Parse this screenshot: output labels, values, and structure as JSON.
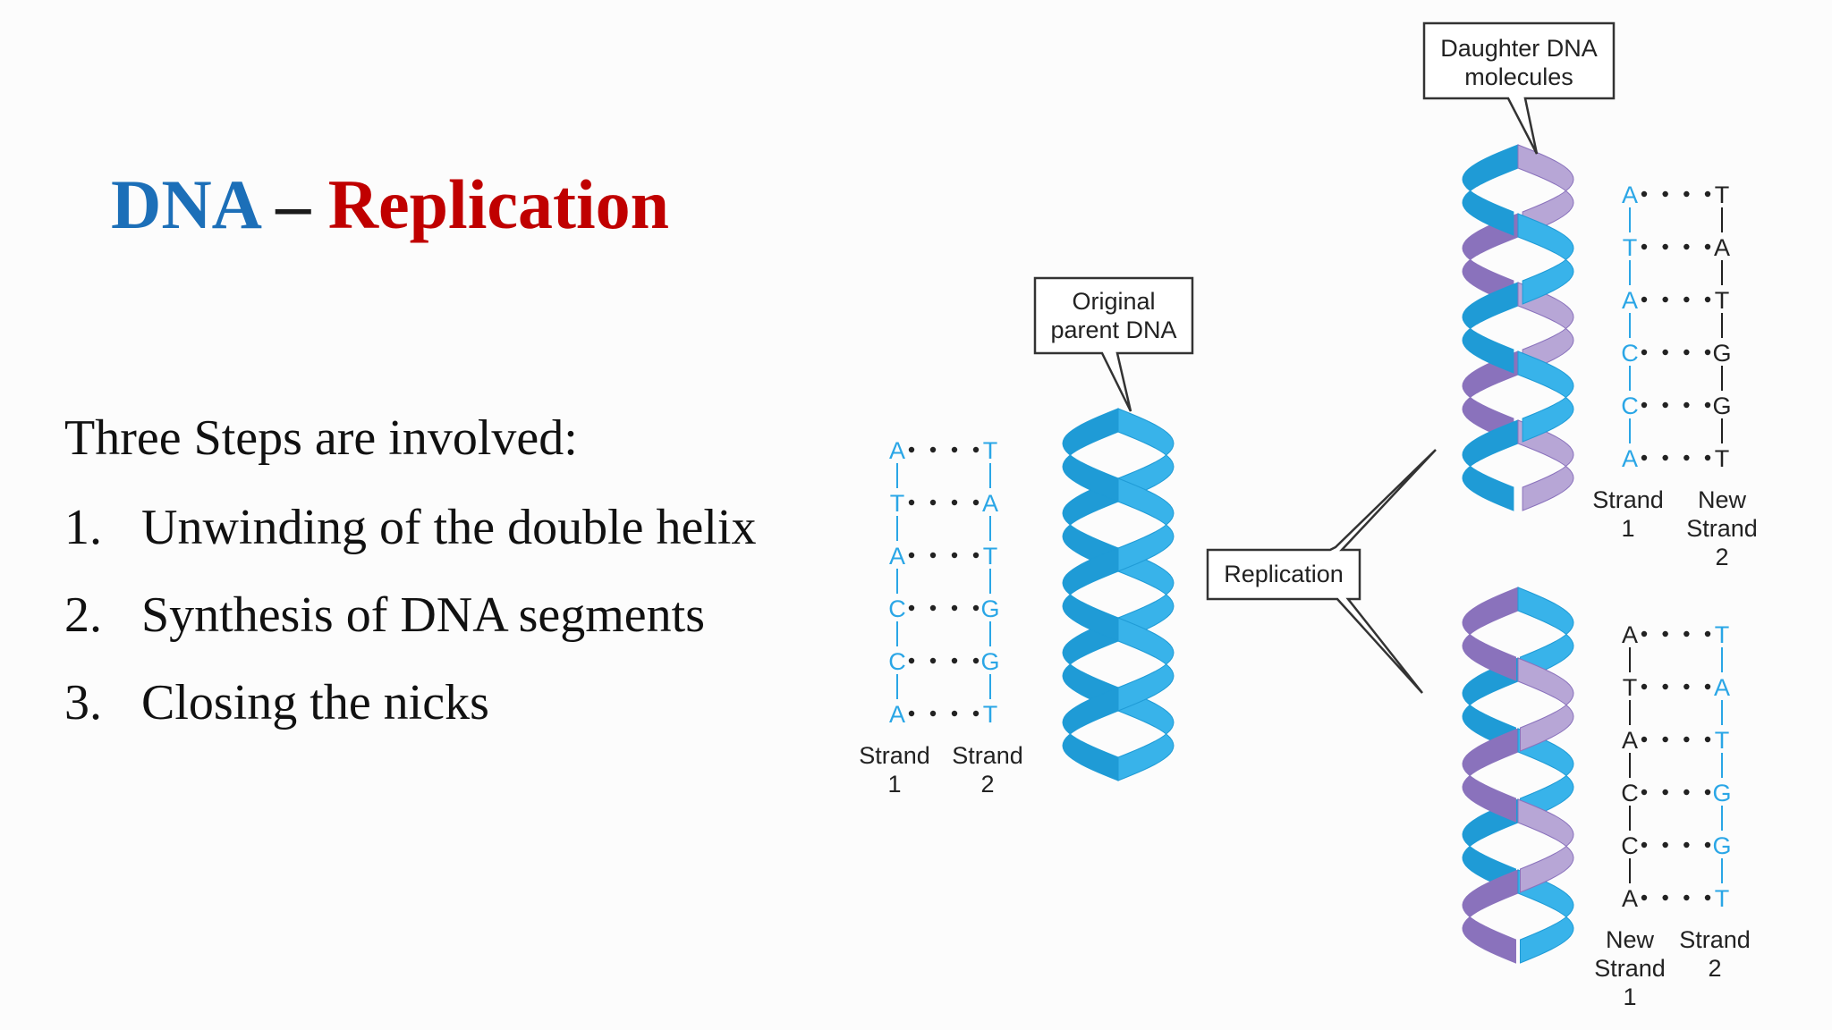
{
  "slide": {
    "title_part1": "DNA",
    "title_sep": " – ",
    "title_part2": "Replication",
    "intro": "Three Steps are involved:",
    "steps": [
      {
        "num": "1.",
        "text": "Unwinding of the double helix"
      },
      {
        "num": "2.",
        "text": "Synthesis of DNA segments"
      },
      {
        "num": "3.",
        "text": "Closing the nicks"
      }
    ]
  },
  "diagram": {
    "callout_parent_line1": "Original",
    "callout_parent_line2": "parent DNA",
    "callout_daughter_line1": "Daughter DNA",
    "callout_daughter_line2": "molecules",
    "replication_label": "Replication",
    "parent": {
      "left_bases": [
        "A",
        "T",
        "A",
        "C",
        "C",
        "A"
      ],
      "right_bases": [
        "T",
        "A",
        "T",
        "G",
        "G",
        "T"
      ],
      "label_left": [
        "Strand",
        "1"
      ],
      "label_right": [
        "Strand",
        "2"
      ]
    },
    "daughter_top": {
      "left_bases": [
        "A",
        "T",
        "A",
        "C",
        "C",
        "A"
      ],
      "right_bases": [
        "T",
        "A",
        "T",
        "G",
        "G",
        "T"
      ],
      "label_left": [
        "Strand",
        "1"
      ],
      "label_right": [
        "New",
        "Strand",
        "2"
      ]
    },
    "daughter_bottom": {
      "left_bases": [
        "A",
        "T",
        "A",
        "C",
        "C",
        "A"
      ],
      "right_bases": [
        "T",
        "A",
        "T",
        "G",
        "G",
        "T"
      ],
      "label_left": [
        "New",
        "Strand",
        "1"
      ],
      "label_right": [
        "Strand",
        "2"
      ]
    },
    "colors": {
      "original_strand": "#38b3ea",
      "original_strand_dark": "#1f9bd6",
      "new_strand": "#b7a6d6",
      "new_strand_dark": "#8a72bc",
      "base_original": "#2aa6e6",
      "base_new": "#222222",
      "callout_stroke": "#333333"
    }
  }
}
